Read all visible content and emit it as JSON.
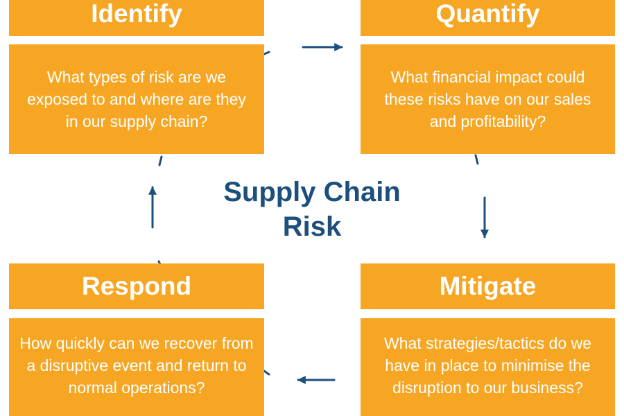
{
  "center": {
    "title_line1": "Supply Chain",
    "title_line2": "Risk"
  },
  "steps": {
    "identify": {
      "title": "Identify",
      "question": "What types of risk are we exposed to and where are they in our supply chain?"
    },
    "quantify": {
      "title": "Quantify",
      "question": "What financial impact could these risks have on our sales and profitability?"
    },
    "mitigate": {
      "title": "Mitigate",
      "question": "What strategies/tactics do we have in place to minimise the disruption to our business?"
    },
    "respond": {
      "title": "Respond",
      "question": "How quickly can we recover from a disruptive event and return to normal operations?"
    }
  },
  "colors": {
    "box": "#f6a623",
    "arrow": "#1d4f7c",
    "title": "#1d4f7c",
    "text": "#ffffff"
  }
}
